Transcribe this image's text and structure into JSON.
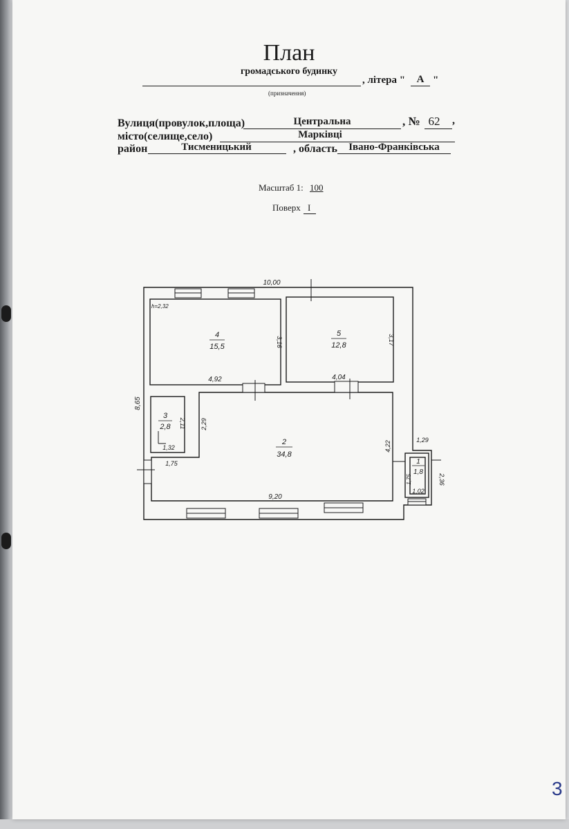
{
  "header": {
    "title": "План",
    "subtitle": "громадського будинку",
    "litera_label": ", літера \"",
    "litera_value": "А",
    "litera_close": "\"",
    "purpose_caption": "(призначення)"
  },
  "address": {
    "street_label": "Вулиця(провулок,площа)",
    "street_value": "Центральна",
    "number_label": ", №",
    "number_value": "62",
    "number_tail": ",",
    "city_label": "місто(селище,село)",
    "city_value": "Марківці",
    "district_label": "район",
    "district_value": "Тисменицький",
    "region_label": ", область",
    "region_value": "Івано-Франківська"
  },
  "scale": {
    "label": "Масштаб 1:",
    "value": "100"
  },
  "floor": {
    "label": "Поверх",
    "value": "I"
  },
  "plan": {
    "height_note": "h=2,32",
    "rooms": [
      {
        "num": "4",
        "area": "15,5"
      },
      {
        "num": "5",
        "area": "12,8"
      },
      {
        "num": "3",
        "area": "2,8"
      },
      {
        "num": "2",
        "area": "34,8"
      },
      {
        "num": "1",
        "area": "1,8"
      }
    ],
    "dimensions": {
      "overall_width": "10,00",
      "overall_height": "8,65",
      "room4_height": "3,16",
      "room4_width": "4,92",
      "room5_height": "3,17",
      "room5_width": "4,04",
      "room3_height": "2,11",
      "room3_width": "1,32",
      "room3_ext": "1,75",
      "room2_left_height": "2,29",
      "room2_right_height": "4,22",
      "room2_width": "9,20",
      "room1_top": "1,29",
      "room1_height": "1,75",
      "room1_width": "1,02",
      "room1_outer": "2,36"
    }
  },
  "page_number": "3"
}
